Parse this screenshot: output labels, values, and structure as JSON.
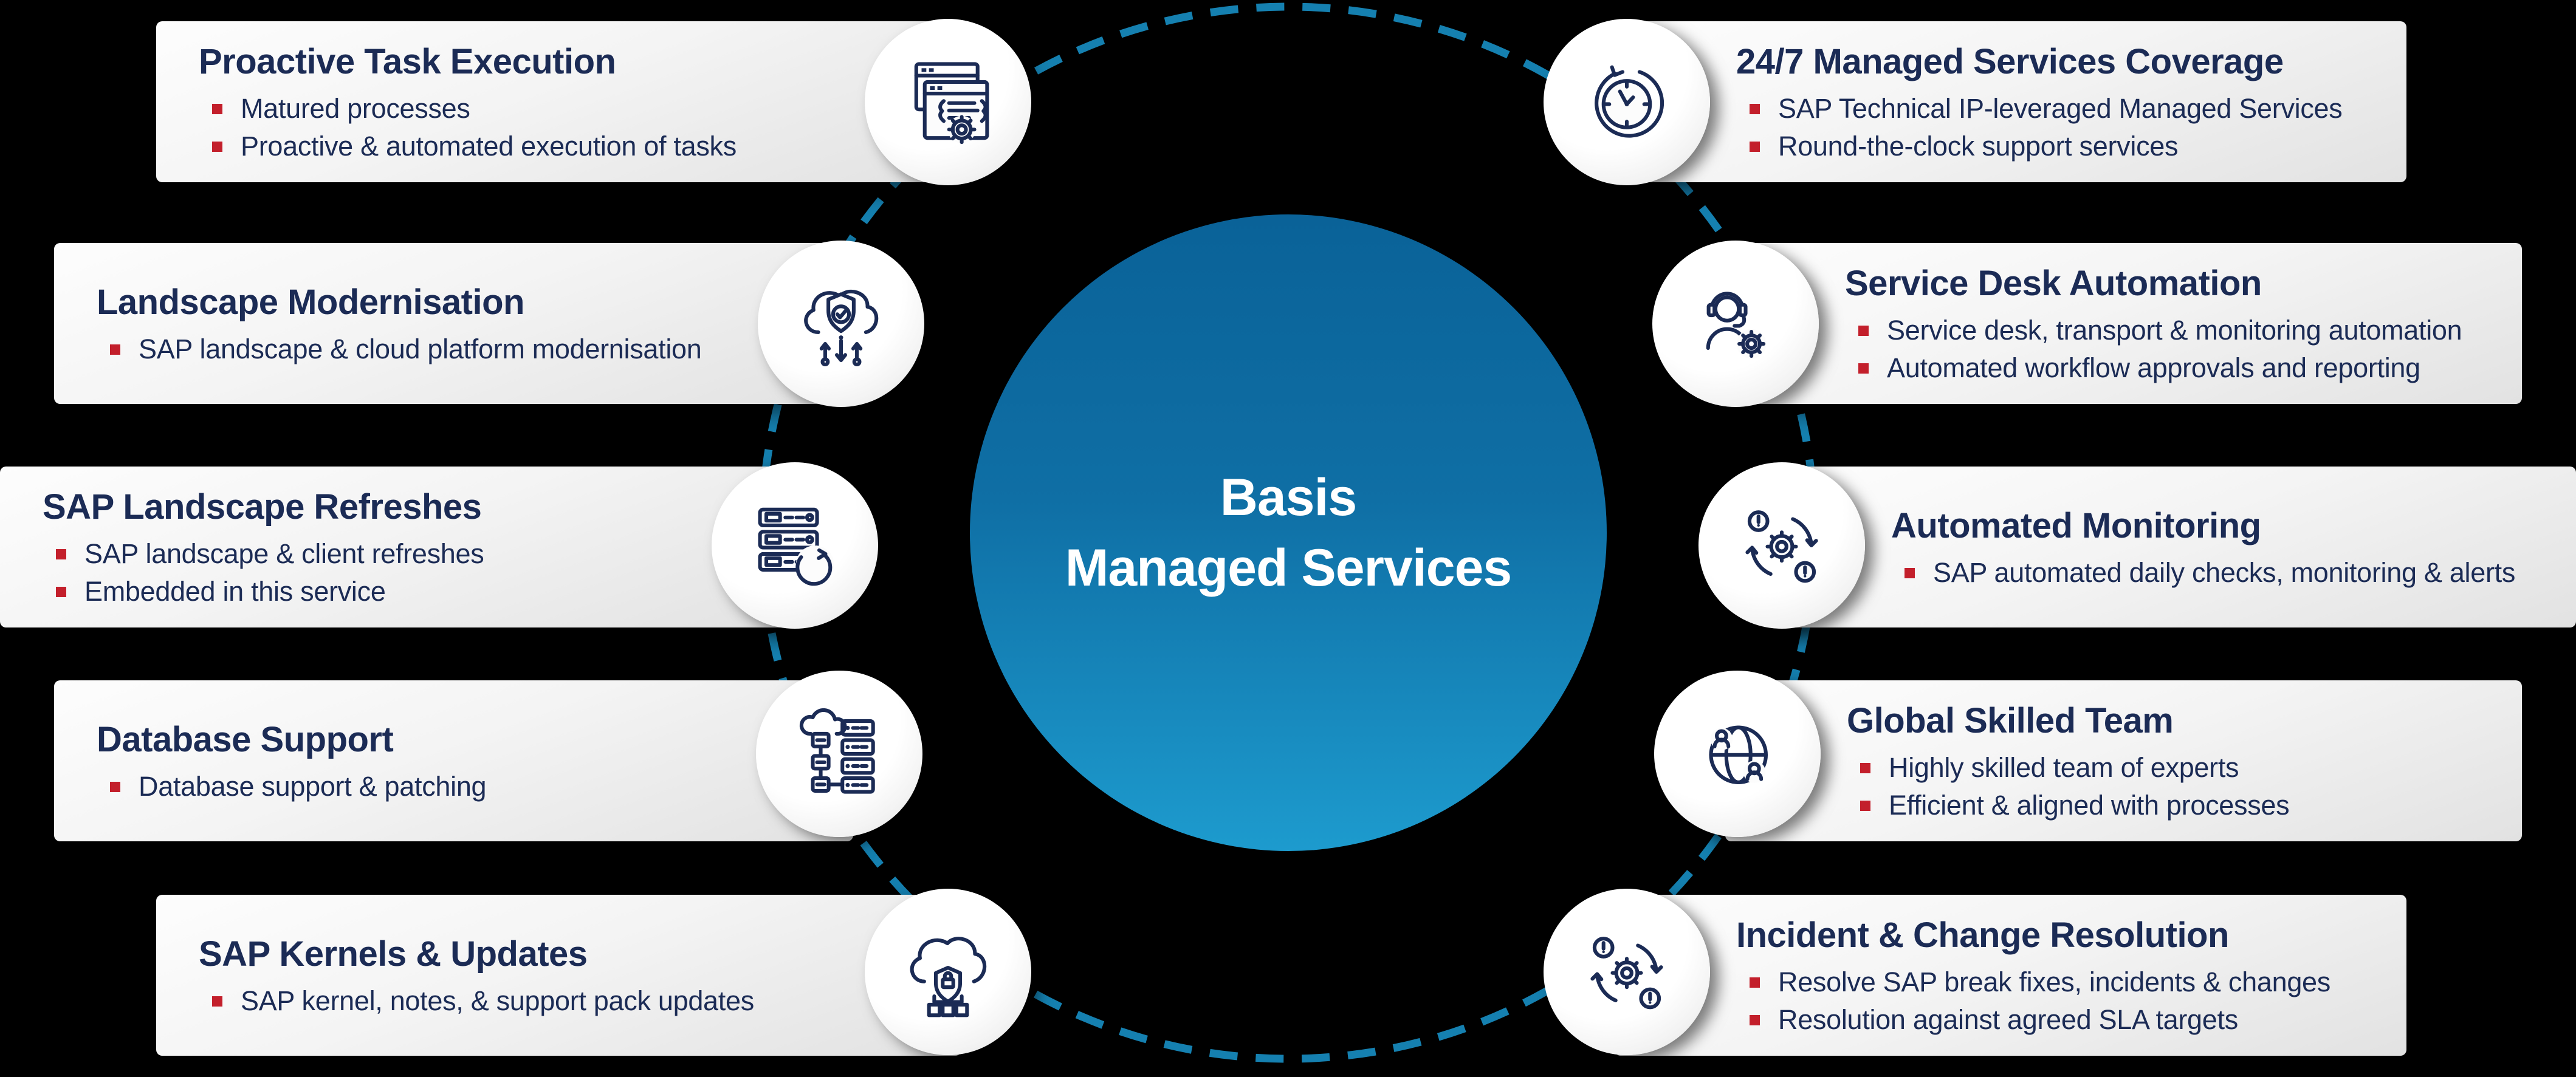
{
  "colors": {
    "navy": "#1b2b55",
    "red": "#c31f2b",
    "dash": "#1580b0",
    "center_top": "#0a6298",
    "center_bottom": "#1d9bce"
  },
  "center": {
    "line1": "Basis",
    "line2": "Managed Services"
  },
  "cards": [
    {
      "side": "left",
      "title": "Proactive Task Execution",
      "bullets": [
        "Matured processes",
        "Proactive & automated execution of tasks"
      ],
      "icon": "windows-gear",
      "icon_name": "browser-gear-icon"
    },
    {
      "side": "left",
      "title": "Landscape Modernisation",
      "bullets": [
        "SAP landscape & cloud platform modernisation"
      ],
      "icon": "cloud-shield",
      "icon_name": "cloud-shield-icon"
    },
    {
      "side": "left",
      "title": "SAP Landscape Refreshes",
      "bullets": [
        "SAP landscape & client refreshes",
        "Embedded in this service"
      ],
      "icon": "servers-refresh",
      "icon_name": "server-refresh-icon"
    },
    {
      "side": "left",
      "title": "Database Support",
      "bullets": [
        "Database support & patching"
      ],
      "icon": "cloud-servers",
      "icon_name": "database-servers-icon"
    },
    {
      "side": "left",
      "title": "SAP Kernels & Updates",
      "bullets": [
        "SAP kernel, notes, & support pack updates"
      ],
      "icon": "cloud-lock",
      "icon_name": "cloud-security-icon"
    },
    {
      "side": "right",
      "title": "24/7 Managed Services Coverage",
      "bullets": [
        "SAP Technical IP-leveraged Managed Services",
        "Round-the-clock support services"
      ],
      "icon": "clock",
      "icon_name": "clock-icon"
    },
    {
      "side": "right",
      "title": "Service Desk Automation",
      "bullets": [
        "Service desk, transport & monitoring automation",
        "Automated workflow approvals and reporting"
      ],
      "icon": "headset-gear",
      "icon_name": "support-agent-icon"
    },
    {
      "side": "right",
      "title": "Automated Monitoring",
      "bullets": [
        "SAP automated daily checks, monitoring & alerts"
      ],
      "icon": "gear-sync-alert",
      "icon_name": "gear-sync-alert-icon"
    },
    {
      "side": "right",
      "title": "Global Skilled Team",
      "bullets": [
        "Highly skilled team of experts",
        "Efficient & aligned with processes"
      ],
      "icon": "globe-people",
      "icon_name": "globe-team-icon"
    },
    {
      "side": "right",
      "title": "Incident & Change Resolution",
      "bullets": [
        "Resolve SAP break fixes, incidents & changes",
        "Resolution against agreed SLA targets"
      ],
      "icon": "gear-sync-alert",
      "icon_name": "gear-sync-alert-icon"
    }
  ]
}
